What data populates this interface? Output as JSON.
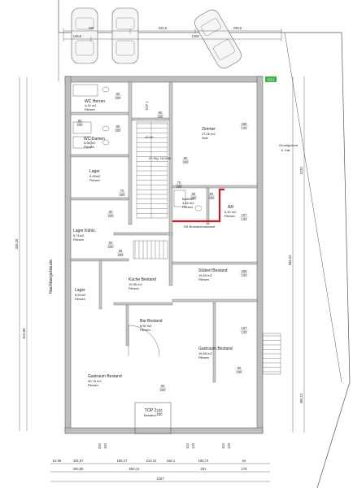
{
  "labels": {
    "side_building": "Nachbargebäude",
    "fire_wall": "GK Brandschutzwand",
    "top1": "TOP 1",
    "stairs": "20 Stg. 16,5/30",
    "top2_title": "TOP 2",
    "top2_sub": "Bestand",
    "level": "±0.00",
    "marker": "OG1",
    "plot_note_1": "Grundgrenze",
    "plot_note_2": "lt. Kat."
  },
  "rooms": [
    {
      "name": "WC Herren",
      "area": "4,44 m2",
      "floor": "Fliesen"
    },
    {
      "name": "WC Damen",
      "area": "5,58 m2",
      "floor": "Fliesen"
    },
    {
      "name": "Lager",
      "area": "9,45m2",
      "floor": "Fliesen"
    },
    {
      "name": "Lager Kühlz.",
      "area": "6,71m2",
      "floor": "Fliesen"
    },
    {
      "name": "Lager",
      "area": "8,51m2",
      "floor": "Fliesen"
    },
    {
      "name": "Küche Bestand",
      "area": "10,96 m2",
      "floor": "Fliesen"
    },
    {
      "name": "Bar Bestand",
      "area": "6,50 m2",
      "floor": "Fliesen"
    },
    {
      "name": "Gastraum Bestand",
      "area": "30,76 m2",
      "floor": "Fliesen"
    },
    {
      "name": "Zimmer",
      "area": "27,26 m2",
      "floor": "Holz"
    },
    {
      "name": "Bad/WC",
      "area": "3,44 m2",
      "floor": "Fliesen"
    },
    {
      "name": "AR",
      "area": "5,40 m2",
      "floor": "Fliesen"
    },
    {
      "name": "Stüberl Bestand",
      "area": "15,65 m2",
      "floor": "Fliesen"
    },
    {
      "name": "Gastraum Bestand",
      "area": "15,55 m2",
      "floor": "Fliesen"
    }
  ],
  "openings": [
    {
      "w": "80",
      "h": "200"
    },
    {
      "w": "80",
      "h": "200"
    },
    {
      "w": "80",
      "h": "200"
    },
    {
      "w": "80",
      "h": "200"
    },
    {
      "w": "80",
      "h": "200"
    },
    {
      "w": "80",
      "h": "200"
    },
    {
      "w": "90",
      "h": "200"
    },
    {
      "w": "90",
      "h": "200"
    },
    {
      "w": "90",
      "h": "200"
    },
    {
      "w": "100",
      "h": "200"
    },
    {
      "w": "90",
      "h": "200"
    },
    {
      "w": "80",
      "h": "200"
    },
    {
      "w": "80",
      "h": "200"
    },
    {
      "w": "70",
      "h": "200"
    },
    {
      "w": "70",
      "h": "200"
    }
  ],
  "windows": [
    {
      "w": "258",
      "h": "133"
    },
    {
      "w": "107",
      "h": "133"
    },
    {
      "w": "206",
      "h": "133"
    },
    {
      "w": "107",
      "h": "133"
    }
  ],
  "top_dims": {
    "row1": [
      "348",
      "340,5",
      "299,5"
    ],
    "row2": [
      "146,6",
      "1308"
    ]
  },
  "bottom_dims": {
    "row1": [
      "51,96",
      "434,67",
      "186,47",
      "210,41",
      "156,1",
      "195,74",
      "64"
    ],
    "row2": [
      "205,86",
      "559,14",
      "291",
      "179"
    ],
    "total": "1287"
  },
  "right_dims": [
    "1020",
    "598,34",
    "395,12"
  ],
  "left_dims": [
    "819,98",
    "408,25"
  ],
  "bottom_window_dims": [
    "200",
    "160",
    "154",
    "133",
    "154",
    "133"
  ]
}
